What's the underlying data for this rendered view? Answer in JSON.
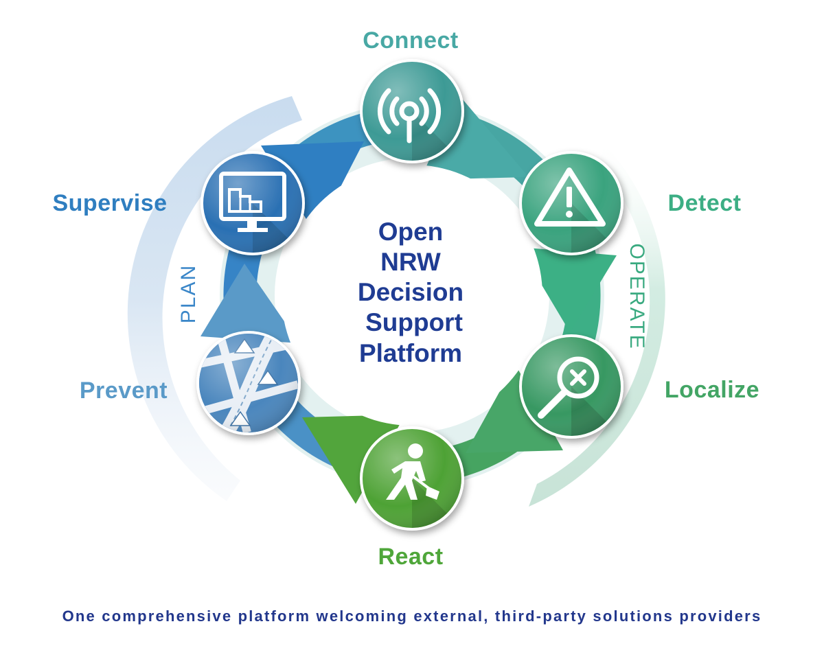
{
  "stages": {
    "connect": {
      "label": "Connect",
      "icon": "antenna-icon",
      "color": "#48a8a4"
    },
    "detect": {
      "label": "Detect",
      "icon": "warning-triangle-icon",
      "color": "#3cae84"
    },
    "localize": {
      "label": "Localize",
      "icon": "magnifier-x-icon",
      "color": "#43a565"
    },
    "react": {
      "label": "React",
      "icon": "worker-shovel-icon",
      "color": "#4fa63a"
    },
    "prevent": {
      "label": "Prevent",
      "icon": "map-warning-icon",
      "color": "#5a9ac8"
    },
    "supervise": {
      "label": "Supervise",
      "icon": "monitor-chart-icon",
      "color": "#2f7ec0"
    }
  },
  "center": {
    "lines": [
      "Open",
      "NRW",
      "Decision",
      "Support",
      "Platform"
    ],
    "color": "#1f3c93"
  },
  "arcs": {
    "plan": {
      "label": "PLAN",
      "color": "#3a86c8"
    },
    "operate": {
      "label": "OPERATE",
      "color": "#3aaa80"
    }
  },
  "footer": {
    "text": "One comprehensive platform welcoming external, third-party solutions providers",
    "color": "#22378c"
  }
}
